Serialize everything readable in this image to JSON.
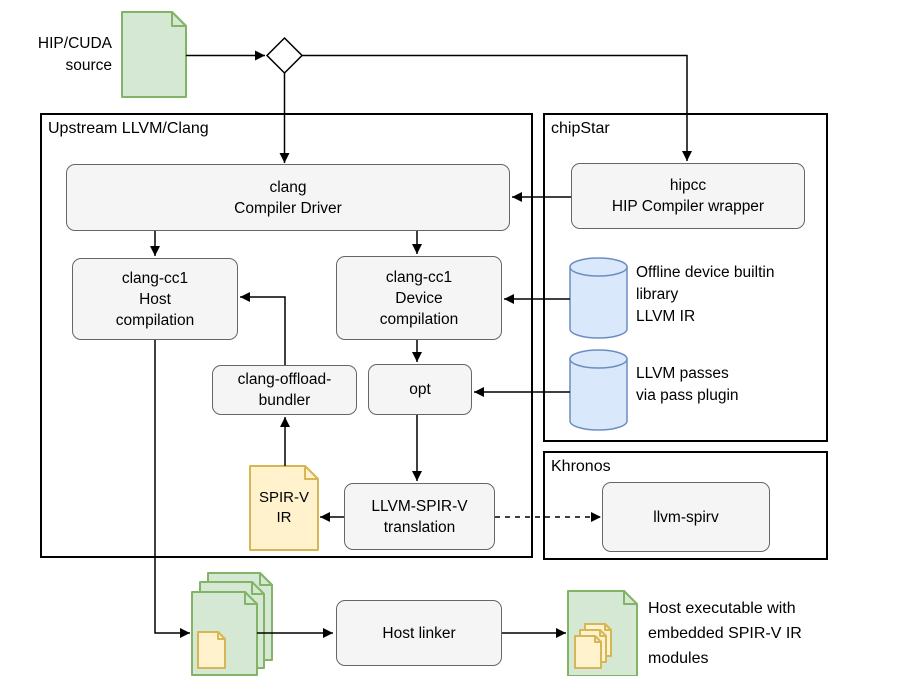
{
  "diagram": {
    "source": {
      "label": "HIP/CUDA\nsource"
    },
    "groups": {
      "upstream": {
        "label": "Upstream LLVM/Clang"
      },
      "chipstar": {
        "label": "chipStar"
      },
      "khronos": {
        "label": "Khronos"
      }
    },
    "nodes": {
      "clang_driver": {
        "label": "clang\nCompiler Driver"
      },
      "hipcc": {
        "label": "hipcc\nHIP Compiler wrapper"
      },
      "host_cc1": {
        "label": "clang-cc1\nHost\ncompilation"
      },
      "device_cc1": {
        "label": "clang-cc1\nDevice\ncompilation"
      },
      "offload_bundler": {
        "label": "clang-offload-\nbundler"
      },
      "opt": {
        "label": "opt"
      },
      "spirv_translation": {
        "label": "LLVM-SPIR-V\ntranslation"
      },
      "llvm_spirv": {
        "label": "llvm-spirv"
      },
      "host_linker": {
        "label": "Host linker"
      }
    },
    "artifacts": {
      "spirv_ir": {
        "label": "SPIR-V\nIR"
      },
      "builtin_library": {
        "label": "Offline device builtin\nlibrary\nLLVM IR"
      },
      "llvm_passes": {
        "label": "LLVM passes\nvia pass plugin"
      },
      "host_executable": {
        "label": "Host executable with\nembedded SPIR-V IR\nmodules"
      }
    },
    "colors": {
      "document_green_fill": "#d5e8d4",
      "document_green_stroke": "#82b366",
      "document_yellow_fill": "#fff2cc",
      "document_yellow_stroke": "#d6b656",
      "database_blue_fill": "#dae8fc",
      "database_blue_stroke": "#6c8ebf",
      "node_fill": "#f5f5f5",
      "node_stroke": "#666666",
      "line_color": "#000000"
    }
  }
}
